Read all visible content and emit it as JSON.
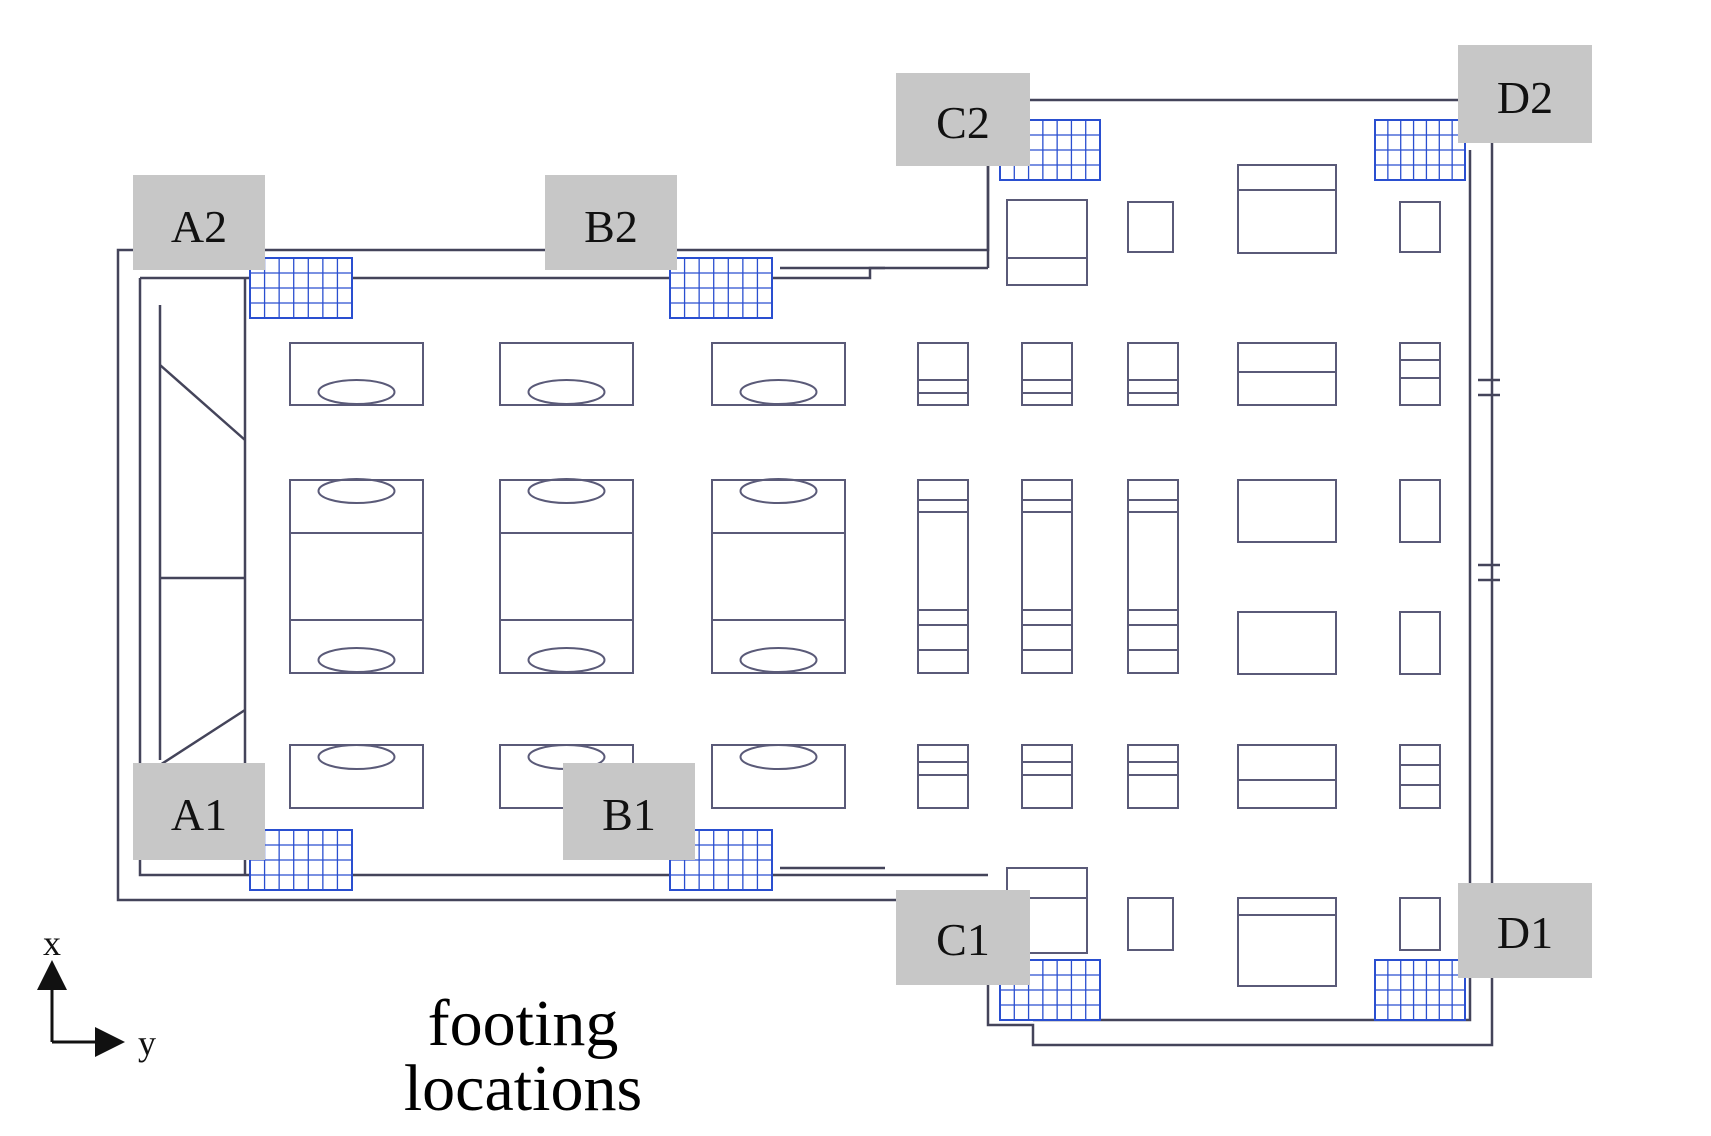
{
  "colors": {
    "outline": "#44445a",
    "inner": "#5a5a78",
    "grid": "#2a4fd0",
    "label_bg": "#c7c7c7",
    "label_text": "#111111"
  },
  "labels": {
    "A1": "A1",
    "A2": "A2",
    "B1": "B1",
    "B2": "B2",
    "C1": "C1",
    "C2": "C2",
    "D1": "D1",
    "D2": "D2"
  },
  "axes": {
    "x": "x",
    "y": "y"
  },
  "caption": {
    "line1": "footing",
    "line2": "locations"
  }
}
